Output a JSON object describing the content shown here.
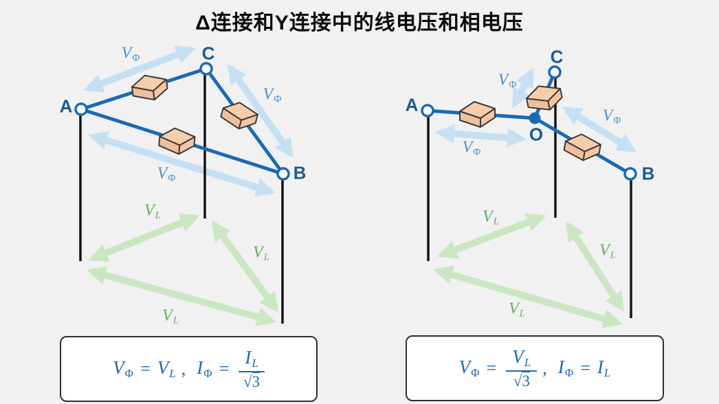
{
  "title": "Δ连接和Y连接中的线电压和相电压",
  "symbols": {
    "v_phase": {
      "main": "V",
      "sub": "Φ"
    },
    "v_line": {
      "main": "V",
      "sub": "L"
    },
    "i_phase": {
      "main": "I",
      "sub": "Φ"
    },
    "i_line": {
      "main": "I",
      "sub": "L"
    },
    "equals": "=",
    "comma": ",",
    "radical": "√",
    "radicand": "3"
  },
  "delta_diagram": {
    "node_a": "A",
    "node_b": "B",
    "node_c": "C"
  },
  "wye_diagram": {
    "node_a": "A",
    "node_b": "B",
    "node_c": "C",
    "node_o": "O"
  },
  "colors": {
    "wire_blue": "#1a6ab3",
    "node_label_blue": "#1d5c90",
    "phase_arrow_blue": "#c6e0f2",
    "phase_text_blue": "#4a93cb",
    "line_arrow_green": "#cbe6c3",
    "line_text_green": "#63ae59",
    "load_fill": "#f4c7a5",
    "formula_text_blue": "#2268ad",
    "background": "#f1f1f2"
  }
}
